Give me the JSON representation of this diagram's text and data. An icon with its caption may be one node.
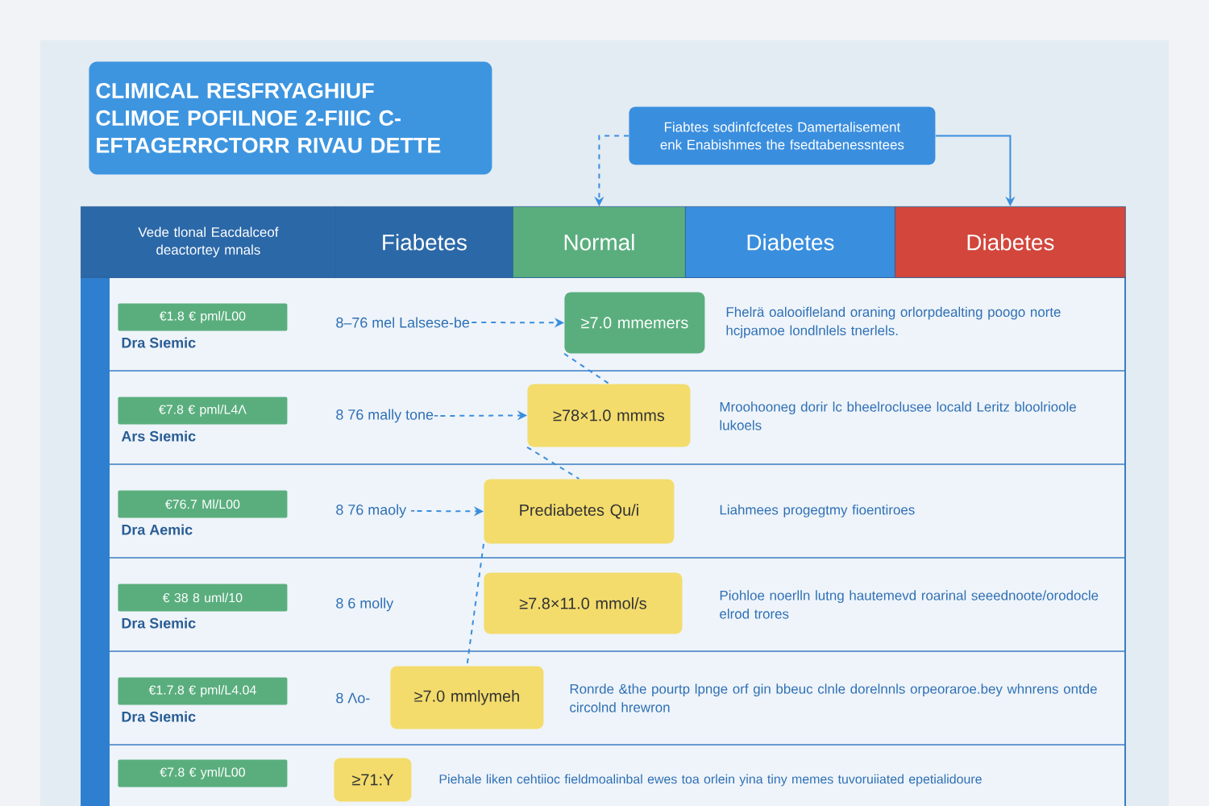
{
  "diagram": {
    "nodes": [
      {
        "text": [
          "CLIMICAL RESFRYAGHIUF CLIMOE POFILNOE 2-FIIIC C-EFTAGERRCTORR RIVAU DETTE"
        ]
      },
      {
        "text": [
          "Fiabtes sodinfcfcetes Damertalisement enk Enabishmes the fsedtabenessntees"
        ]
      },
      {
        "text": [
          "Vede tlonal Eacdalceof deactortey mnals"
        ]
      },
      {
        "text": [
          "Fiabetes"
        ]
      },
      {
        "text": [
          "Normal"
        ]
      },
      {
        "text": [
          "Diabetes"
        ]
      },
      {
        "text": [
          "Diabetes"
        ]
      },
      {
        "text": [
          "€1.8 € pml/L00"
        ],
        "beside": [
          "Dra Sıemic"
        ]
      },
      {
        "text": [
          "8–76 mel Lalsese-be"
        ]
      },
      {
        "text": [
          "≥7.0 mmemers"
        ]
      },
      {
        "text": [
          "€7.8 € pml/L4Λ"
        ],
        "beside": [
          "Ars Sıemic"
        ]
      },
      {
        "text": [
          "8 76 mally tone-"
        ]
      },
      {
        "text": [
          "≥78×1.0 mmms"
        ]
      },
      {
        "text": [
          "€76.7 Ml/L00"
        ],
        "beside": [
          "Dra Aemic"
        ]
      },
      {
        "text": [
          "8 76 maoly -"
        ]
      },
      {
        "text": [
          "Prediabetes Qu/i"
        ]
      },
      {
        "text": [
          "€ 38 8 uml/10"
        ],
        "beside": [
          "Dra Sıemic"
        ]
      },
      {
        "text": [
          "8 6 molly"
        ]
      },
      {
        "text": [
          "≥7.8×11.0 mmol/s"
        ]
      },
      {
        "text": [
          "€1.7.8 € pml/L4.04"
        ],
        "beside": [
          "Dra Sıemic"
        ]
      },
      {
        "text": [
          "8 Λo-"
        ]
      },
      {
        "text": [
          "≥7.0 mmlymeh"
        ]
      },
      {
        "text": [
          "€7.8 € yml/L00"
        ]
      },
      {
        "text": [
          "≥71:Y"
        ]
      }
    ],
    "edges": [
      {
        "from": 1,
        "to": 4,
        "arrow": "to",
        "style": "dashed"
      },
      {
        "from": 1,
        "to": 6,
        "arrow": "to"
      },
      {
        "from": 8,
        "to": 9,
        "arrow": "to",
        "style": "dashed"
      },
      {
        "from": 11,
        "to": 12,
        "arrow": "to",
        "style": "dashed"
      },
      {
        "from": 14,
        "to": 15,
        "arrow": "to",
        "style": "dashed"
      },
      {
        "from": 9,
        "to": 12,
        "arrow": "none",
        "style": "dashed"
      },
      {
        "from": 12,
        "to": 15,
        "arrow": "none",
        "style": "dashed"
      },
      {
        "from": 15,
        "to": 21,
        "arrow": "none",
        "style": "dashed"
      }
    ],
    "labels": [
      "Fhelrä oalooifleland oraning orlorpdealting poogo norte hcjpamoe londlnlels tnerlels.",
      "Mroohooneg dorir lc bheelroclusee locald Leritz bloolrioole lukoels",
      "Liahmees progegtmy fioentiroes",
      "Piohloe noerlln lutng hautemevd roarinal seeednoote/orodocle elrod trores",
      "Ronrde &the pourtp lpnge orf gin bbeuc clnle dorelnnls orpeoraroe.bey whnrens ontde circolnd hrewron",
      "Piehale liken cehtiioc fieldmoalinbal ewes toa orlein yina tiny memes tuvoruiiated epetialidoure"
    ]
  }
}
